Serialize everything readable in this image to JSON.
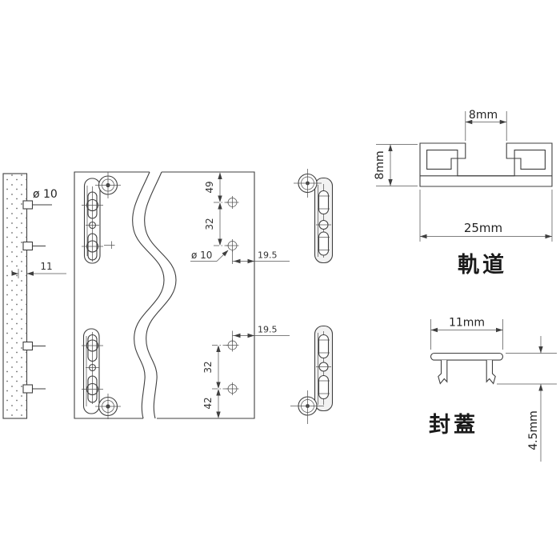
{
  "title": "hardware-installation-technical-drawing",
  "colors": {
    "background": "#ffffff",
    "line": "#3f3f3f",
    "text": "#333333"
  },
  "panel_view": {
    "hole_dia_label": "ø 10",
    "thickness_label": "11"
  },
  "plate_view": {
    "dim_edge_to_hole": "49",
    "dim_hole_spacing_top": "32",
    "hole_dia_label": "ø 10",
    "dim_hole_to_edge_top": "19.5",
    "dim_hole_to_edge_bottom": "19.5",
    "dim_hole_spacing_bottom": "32",
    "dim_hole_to_bottom_edge": "42"
  },
  "rail_profile": {
    "slot_width_label": "8mm",
    "height_label": "8mm",
    "width_label": "25mm",
    "name_label": "軌道"
  },
  "cap_profile": {
    "width_label": "11mm",
    "height_label": "4.5mm",
    "name_label": "封蓋"
  }
}
